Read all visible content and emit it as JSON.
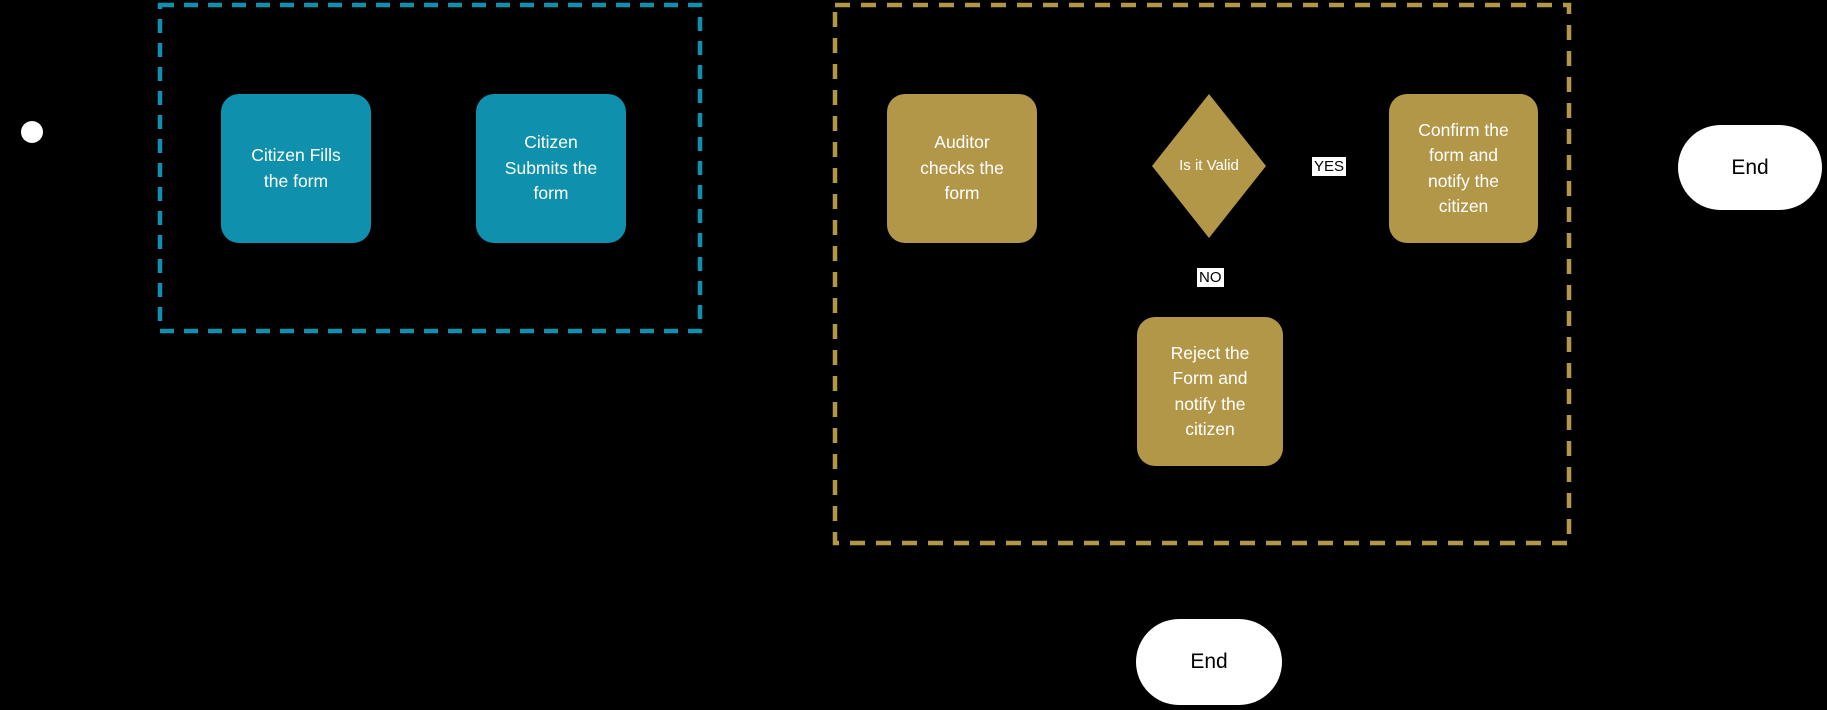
{
  "colors": {
    "background": "#000000",
    "citizen_teal": "#0f91ad",
    "auditor_gold": "#b29749",
    "node_text": "#ffffff",
    "terminator_fill": "#ffffff",
    "terminator_text": "#000000",
    "edge_label_bg": "#ffffff",
    "edge_label_text": "#000000",
    "start_fill": "#ffffff"
  },
  "flowchart": {
    "citizen_lane": {
      "nodes": {
        "fills": {
          "label": "Citizen Fills\nthe form"
        },
        "submits": {
          "label": "Citizen\nSubmits the\nform"
        }
      }
    },
    "auditor_lane": {
      "nodes": {
        "checks": {
          "label": "Auditor\nchecks the\nform"
        },
        "valid": {
          "label": "Is it Valid"
        },
        "confirm": {
          "label": "Confirm the\nform and\nnotify the\ncitizen"
        },
        "reject": {
          "label": "Reject the\nForm and\nnotify the\ncitizen"
        }
      },
      "edge_labels": {
        "yes": "YES",
        "no": "NO"
      }
    },
    "terminators": {
      "end_right": {
        "label": "End"
      },
      "end_bottom": {
        "label": "End"
      }
    }
  }
}
